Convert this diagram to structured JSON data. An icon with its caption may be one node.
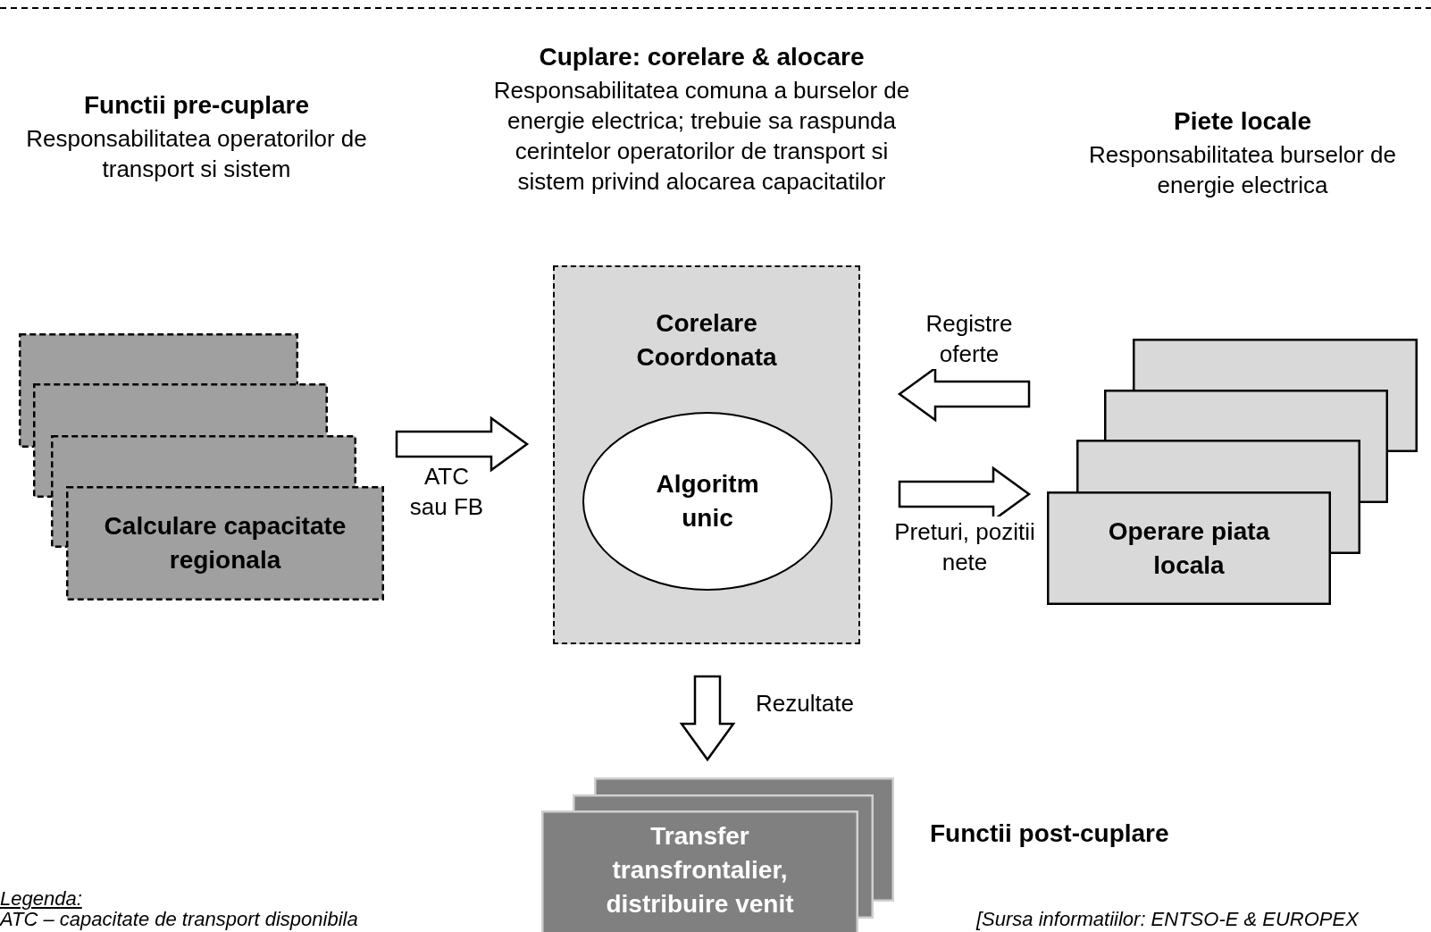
{
  "diagram": {
    "nodes": [
      {
        "text": [
          "Calculare capacitate regionala"
        ]
      },
      {
        "text": [
          "Corelare Coordonata"
        ]
      },
      {
        "text": [
          "Algoritm unic"
        ],
        "in": 1
      },
      {
        "text": [
          "Operare piata locala"
        ]
      },
      {
        "text": [
          "Transfer transfrontalier, distribuire venit"
        ]
      }
    ],
    "edges": [
      {
        "from": 0,
        "to": 1,
        "arrow": "to",
        "label": "ATC sau FB"
      },
      {
        "from": 3,
        "to": 1,
        "arrow": "to",
        "label": "Registre oferte"
      },
      {
        "from": 1,
        "to": 3,
        "arrow": "to",
        "label": "Preturi, pozitii nete"
      },
      {
        "from": 1,
        "to": 4,
        "arrow": "to",
        "label": "Rezultate"
      }
    ],
    "labels": [
      "Functii pre-cuplare",
      "Responsabilitatea operatorilor de transport si sistem",
      "Cuplare: corelare & alocare",
      "Responsabilitatea comuna a burselor de energie electrica; trebuie sa raspunda cerintelor operatorilor de transport si sistem privind alocarea capacitatilor",
      "Piete locale",
      "Responsabilitatea burselor de energie electrica",
      "Functii post-cuplare",
      "Legenda:",
      "ATC – capacitate de transport disponibila",
      "[Sursa informatiilor: ENTSO-E & EUROPEX"
    ]
  }
}
